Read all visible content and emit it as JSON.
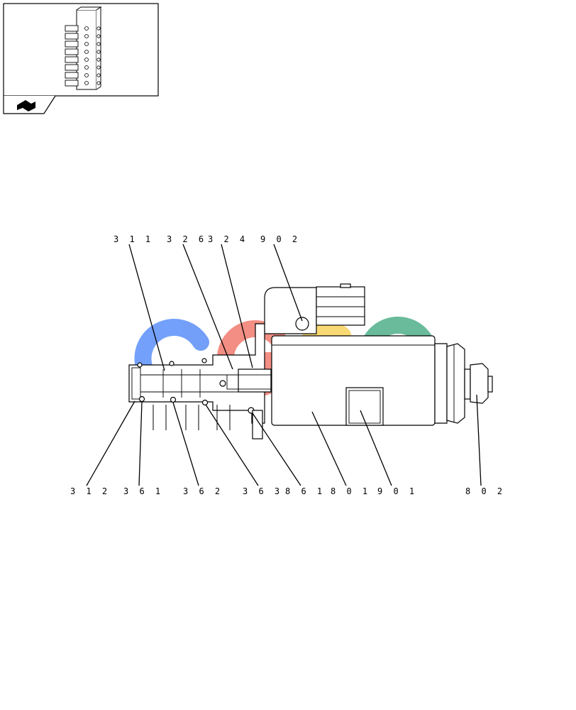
{
  "thumbnail": {
    "icon": "return-arrow-icon"
  },
  "watermark": {
    "letters": [
      "C",
      "G",
      "S",
      "C"
    ],
    "colors": [
      "#5b8ff9",
      "#f07b6e",
      "#f9d35c",
      "#4fb08a"
    ]
  },
  "callouts_top": [
    {
      "id": "c311",
      "text": "3 1 1"
    },
    {
      "id": "c326",
      "text": "3 2 6"
    },
    {
      "id": "c324",
      "text": "3 2 4"
    },
    {
      "id": "c902",
      "text": "9 0 2"
    }
  ],
  "callouts_bottom": [
    {
      "id": "c312",
      "text": "3 1 2"
    },
    {
      "id": "c361",
      "text": "3 6 1"
    },
    {
      "id": "c362",
      "text": "3 6 2"
    },
    {
      "id": "c363",
      "text": "3 6 3"
    },
    {
      "id": "c861",
      "text": "8 6 1"
    },
    {
      "id": "c801",
      "text": "8 0 1"
    },
    {
      "id": "c901",
      "text": "9 0 1"
    },
    {
      "id": "c802",
      "text": "8 0 2"
    }
  ]
}
